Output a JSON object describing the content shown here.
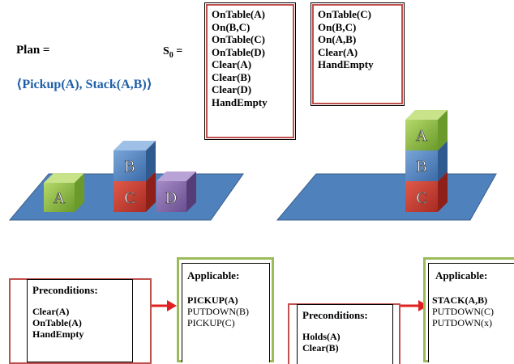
{
  "plan": {
    "label": "Plan =",
    "sequence": "⟨Pickup(A), Stack(A,B)⟩"
  },
  "s0": {
    "label": "S",
    "sub": "0",
    "eq": " ="
  },
  "initial_state": [
    "OnTable(A)",
    "On(B,C)",
    "OnTable(C)",
    "OnTable(D)",
    "Clear(A)",
    "Clear(B)",
    "Clear(D)",
    "HandEmpty"
  ],
  "next_state": [
    "OnTable(C)",
    "On(B,C)",
    "On(A,B)",
    "Clear(A)",
    "HandEmpty"
  ],
  "blocks_left": {
    "a": "A",
    "b": "B",
    "c": "C",
    "d": "D"
  },
  "blocks_right": {
    "a": "A",
    "b": "B",
    "c": "C"
  },
  "step1": {
    "pre_title": "Preconditions:",
    "pre_items": [
      "Clear(A)",
      "OnTable(A)",
      "HandEmpty"
    ],
    "app_title": "Applicable:",
    "app_items": [
      "PICKUP(A)",
      "PUTDOWN(B)",
      "PICKUP(C)"
    ]
  },
  "step2": {
    "pre_title": "Preconditions:",
    "pre_items": [
      "Holds(A)",
      "Clear(B)"
    ],
    "app_title": "Applicable:",
    "app_items": [
      "STACK(A,B)",
      "PUTDOWN(C)",
      "PUTDOWN(x)"
    ]
  },
  "colors": {
    "table": "#4f81bd",
    "block_a": "#8fbc3f",
    "block_b": "#4f81bd",
    "block_c": "#c0392b",
    "block_d": "#8064a2",
    "arrow": "#e02020",
    "plan_blue": "#1f5fa8"
  }
}
